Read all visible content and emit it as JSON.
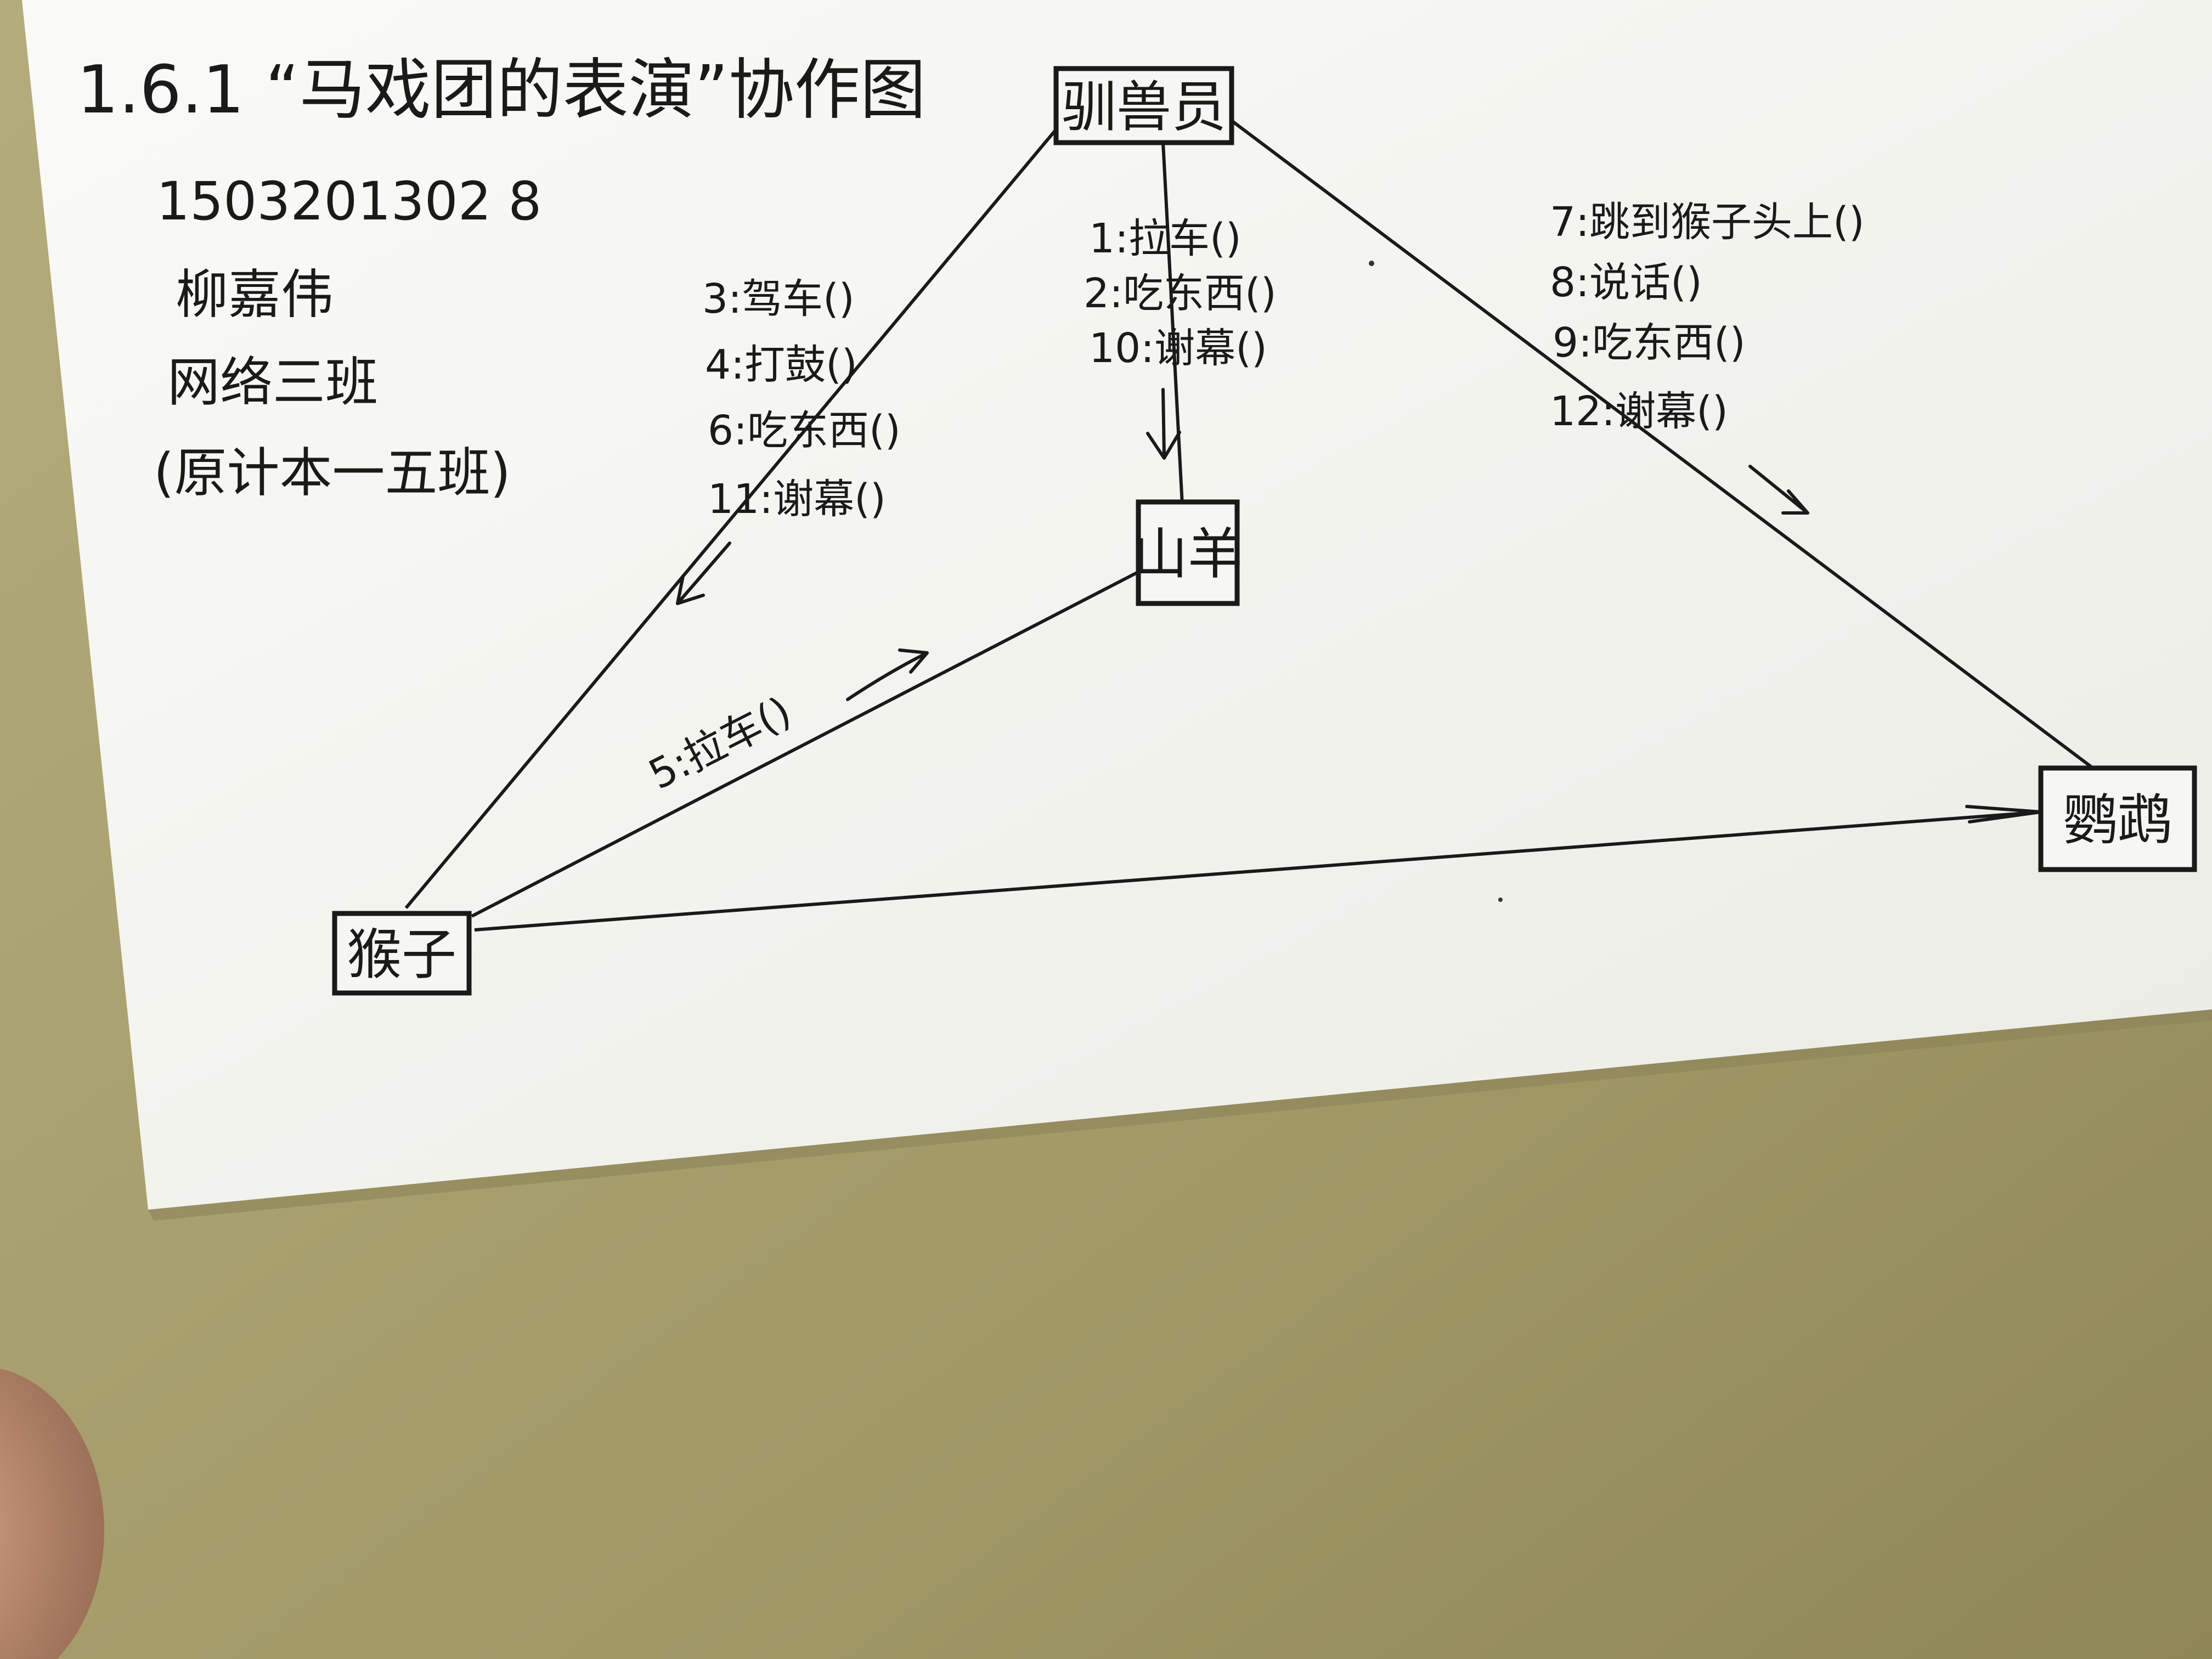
{
  "title": "1.6.1 “马戏团的表演”协作图",
  "author": {
    "student_id": "1503201302 8",
    "name": "柳嘉伟",
    "class": "网络三班",
    "note": "(原计本一五班)"
  },
  "nodes": {
    "trainer": "驯兽员",
    "goat": "山羊",
    "monkey": "猴子",
    "parrot": "鹦鹉"
  },
  "messages": {
    "trainer_to_goat": [
      "1:拉车()",
      "2:吃东西()",
      "10:谢幕()"
    ],
    "trainer_to_monkey": [
      "3:驾车()",
      "4:打鼓()",
      "6:吃东西()",
      "11:谢幕()"
    ],
    "trainer_to_parrot": [
      "7:跳到猴子头上()",
      "8:说话()",
      "9:吃东西()",
      "12:谢幕()"
    ],
    "monkey_to_goat": [
      "5:拉车()"
    ]
  },
  "colors": {
    "paper": "#f6f6f3",
    "table": "#a8a070",
    "ink": "#1a1a1a"
  }
}
